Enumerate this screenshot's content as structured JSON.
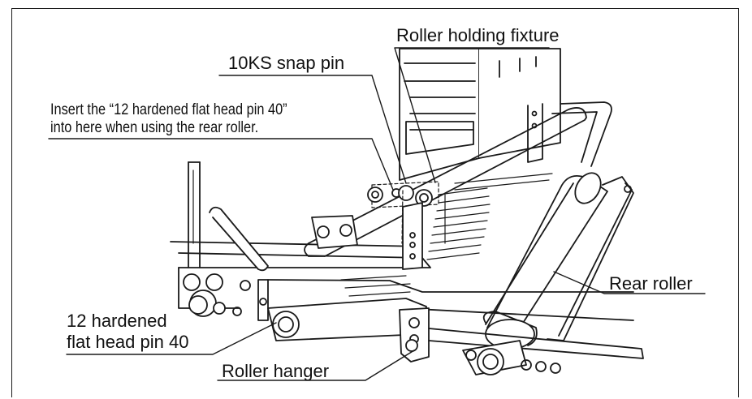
{
  "labels": {
    "roller_holding_fixture": "Roller holding fixture",
    "snap_pin": "10KS snap pin",
    "insert_note_line1": "Insert the “12 hardened flat head pin 40”",
    "insert_note_line2": "into here when using the rear roller.",
    "rear_roller": "Rear roller",
    "hardened_pin_line1": "12 hardened",
    "hardened_pin_line2": "flat head pin 40",
    "roller_hanger": "Roller hanger"
  },
  "colors": {
    "ink": "#1a1a1a",
    "paper": "#ffffff"
  }
}
